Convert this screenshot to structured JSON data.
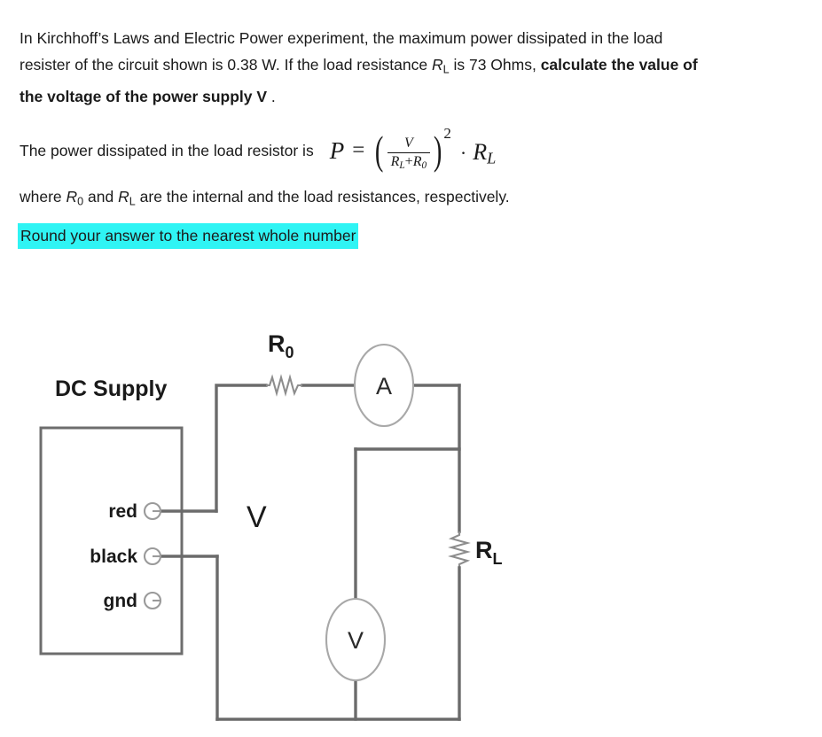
{
  "question": {
    "line1_part1": "In Kirchhoff’s Laws and Electric Power experiment, the maximum power dissipated in the load",
    "line2_part1": "resister of the circuit shown is 0.38 W. If the load resistance ",
    "line2_symbol": "R",
    "line2_symbol_sub": "L",
    "line2_part2": " is 73 Ohms, ",
    "line2_bold": "calculate the value of",
    "line3_bold": "the voltage of the power supply V",
    "line3_tail": " ."
  },
  "formula": {
    "lead_text": "The power dissipated in the load resistor is",
    "p_symbol": "P",
    "equals": "=",
    "numerator": "V",
    "denominator_left": "R",
    "denominator_left_sub": "L",
    "denominator_op": "+",
    "denominator_right": "R",
    "denominator_right_sub": "0",
    "exponent": "2",
    "dot": "·",
    "result_symbol": "R",
    "result_sub": "L",
    "paren_open": "(",
    "paren_close": ")"
  },
  "where_line": {
    "part1": "where ",
    "sym1": "R",
    "sym1_sub": "0",
    "part2": " and ",
    "sym2": "R",
    "sym2_sub": "L",
    "part3": " are the internal and the load resistances, respectively."
  },
  "highlight": {
    "text": "Round your answer to the nearest whole number",
    "color": "#2ff4f4"
  },
  "circuit": {
    "supply_label": "DC Supply",
    "terminals": [
      {
        "label": "red"
      },
      {
        "label": "black"
      },
      {
        "label": "gnd"
      }
    ],
    "internal_resistor_label": "R",
    "internal_resistor_sub": "0",
    "load_resistor_label": "R",
    "load_resistor_sub": "L",
    "ammeter_letter": "A",
    "voltmeter_letter": "V",
    "supply_voltage_label": "V",
    "wire_color": "#6b6b6b"
  },
  "chart_data": {
    "type": "table",
    "title": "Kirchhoff's Laws and Electric Power circuit",
    "given": [
      {
        "quantity": "Maximum power dissipated in load resistor",
        "symbol": "P",
        "value": 0.38,
        "unit": "W"
      },
      {
        "quantity": "Load resistance",
        "symbol": "R_L",
        "value": 73,
        "unit": "Ohms"
      }
    ],
    "unknown": [
      {
        "quantity": "Power supply voltage",
        "symbol": "V",
        "unit": "V"
      }
    ],
    "equation": "P = (V / (R_L + R_0))^2 * R_L",
    "components": [
      "DC Supply",
      "R_0 internal resistor",
      "Ammeter A",
      "Voltmeter V",
      "R_L load resistor"
    ]
  }
}
